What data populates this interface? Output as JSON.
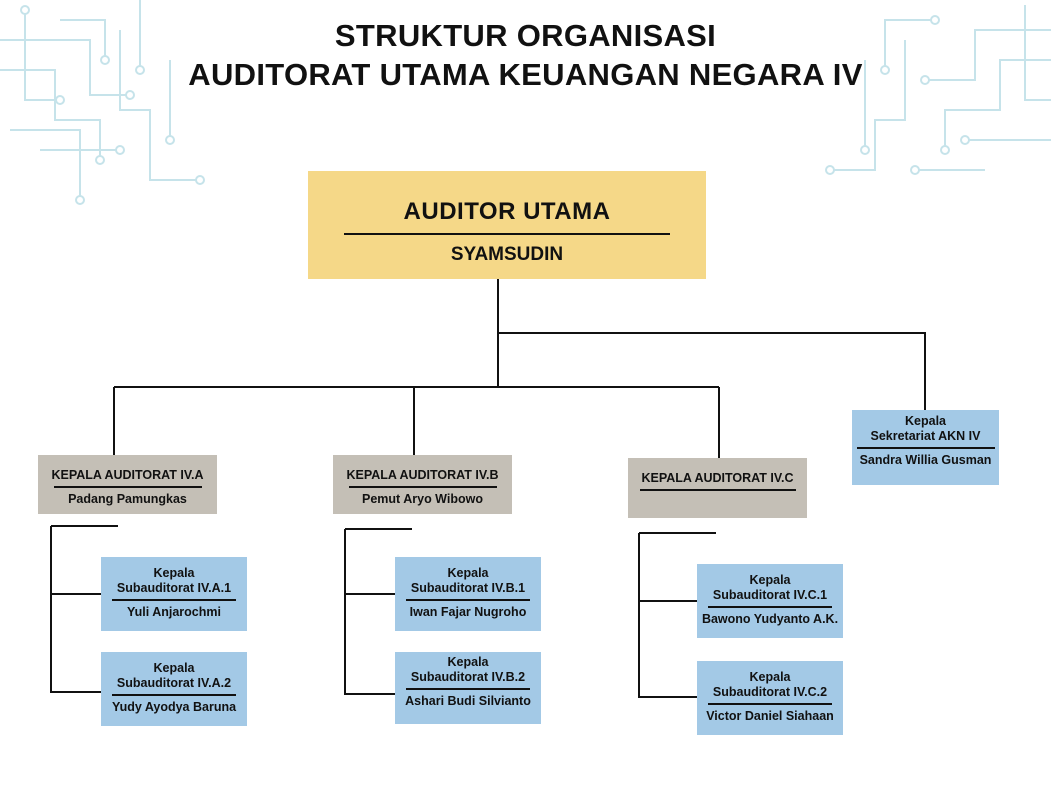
{
  "title": {
    "line1": "STRUKTUR ORGANISASI",
    "line2": "AUDITORAT UTAMA KEUANGAN NEGARA IV"
  },
  "auditor_utama": {
    "role": "AUDITOR UTAMA",
    "name": "SYAMSUDIN"
  },
  "sekretariat": {
    "role_line1": "Kepala",
    "role_line2": "Sekretariat AKN IV",
    "name": "Sandra Willia Gusman"
  },
  "auditorat": [
    {
      "role": "KEPALA AUDITORAT IV.A",
      "name": "Padang Pamungkas",
      "subs": [
        {
          "role_line1": "Kepala",
          "role_line2": "Subauditorat IV.A.1",
          "name": "Yuli Anjarochmi"
        },
        {
          "role_line1": "Kepala",
          "role_line2": "Subauditorat IV.A.2",
          "name": "Yudy Ayodya Baruna"
        }
      ]
    },
    {
      "role": "KEPALA AUDITORAT IV.B",
      "name": "Pemut Aryo Wibowo",
      "subs": [
        {
          "role_line1": "Kepala",
          "role_line2": "Subauditorat IV.B.1",
          "name": "Iwan Fajar Nugroho"
        },
        {
          "role_line1": "Kepala",
          "role_line2": "Subauditorat IV.B.2",
          "name": "Ashari Budi Silvianto"
        }
      ]
    },
    {
      "role": "KEPALA AUDITORAT IV.C",
      "name": "",
      "subs": [
        {
          "role_line1": "Kepala",
          "role_line2": "Subauditorat IV.C.1",
          "name": "Bawono Yudyanto A.K."
        },
        {
          "role_line1": "Kepala",
          "role_line2": "Subauditorat IV.C.2",
          "name": "Victor Daniel Siahaan"
        }
      ]
    }
  ],
  "colors": {
    "auditor_utama_fill": "#f5d888",
    "auditorat_fill": "#c4bfb6",
    "sub_fill": "#a3c9e6",
    "decoration": "#b9dde5"
  }
}
